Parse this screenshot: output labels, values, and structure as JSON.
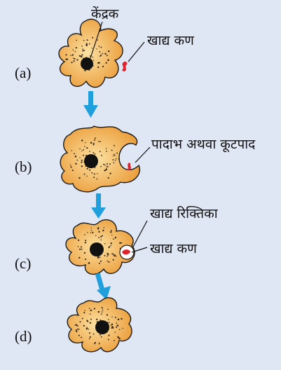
{
  "figure": {
    "background_color": "#dfe6f4",
    "cell_fill_inner": "#fbe1a2",
    "cell_fill_outer": "#eb9a35",
    "cell_outline": "#1a1a1a",
    "nucleus_color": "#111111",
    "food_particle_color": "#e3232b",
    "arrow_color": "#1f9fdc",
    "stages": [
      {
        "id": "a",
        "label": "(a)"
      },
      {
        "id": "b",
        "label": "(b)"
      },
      {
        "id": "c",
        "label": "(c)"
      },
      {
        "id": "d",
        "label": "(d)"
      }
    ],
    "annotations": {
      "nucleus": "केंद्रक",
      "food_particle_a": "खाद्य कण",
      "pseudopodia": "पादाभ अथवा कूटपाद",
      "food_vacuole": "खाद्य रिक्तिका",
      "food_particle_c": "खाद्य कण"
    }
  }
}
